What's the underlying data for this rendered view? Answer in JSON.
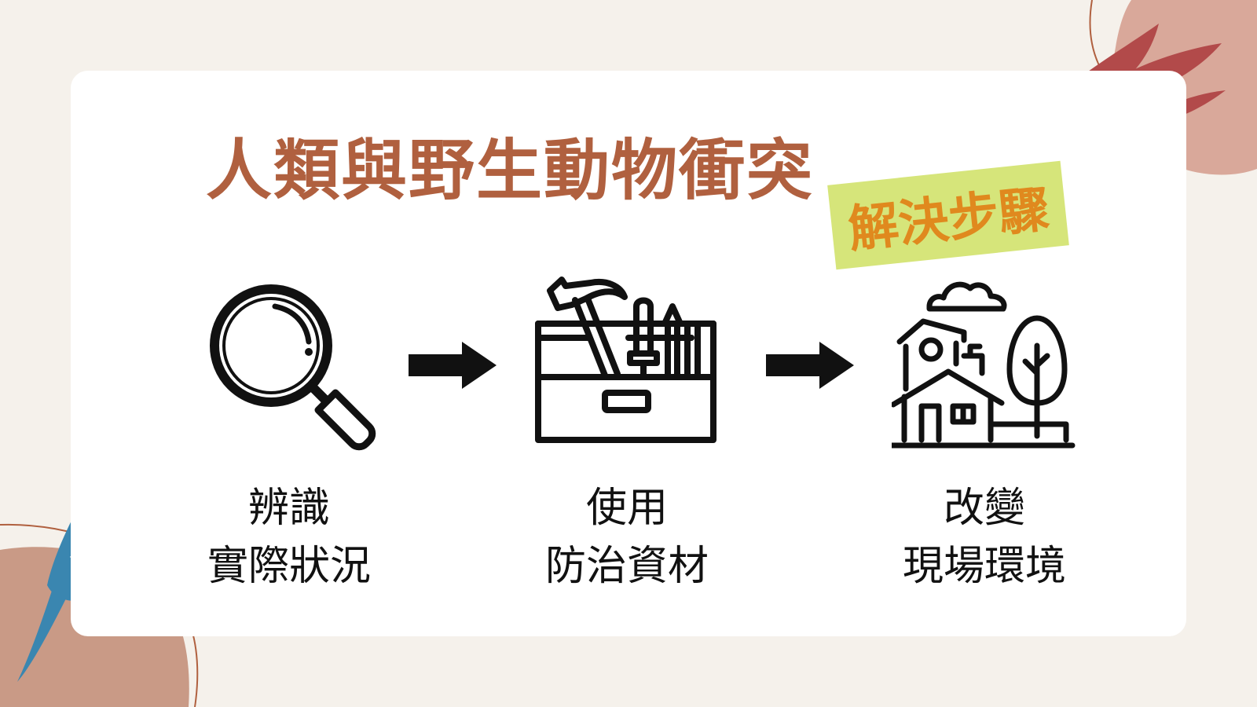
{
  "title": "人類與野生動物衝突",
  "badge": "解決步驟",
  "colors": {
    "background": "#f5f1eb",
    "card": "#ffffff",
    "title": "#b0603f",
    "badge_bg": "#d6e57a",
    "badge_text": "#e0891e",
    "blob_top": "#d9a89a",
    "blob_bottom": "#c99a86",
    "bird_blue": "#3a86b0",
    "bird_orange": "#f3a53a",
    "bird_red": "#b24a4a"
  },
  "steps": [
    {
      "icon": "magnifying-glass-icon",
      "line1": "辨識",
      "line2": "實際狀況"
    },
    {
      "icon": "toolbox-icon",
      "line1": "使用",
      "line2": "防治資材"
    },
    {
      "icon": "house-tree-icon",
      "line1": "改變",
      "line2": "現場環境"
    }
  ],
  "arrows": [
    "arrow-right-icon",
    "arrow-right-icon"
  ],
  "decorations": [
    "bluebird-icon",
    "red-bird-icon"
  ]
}
